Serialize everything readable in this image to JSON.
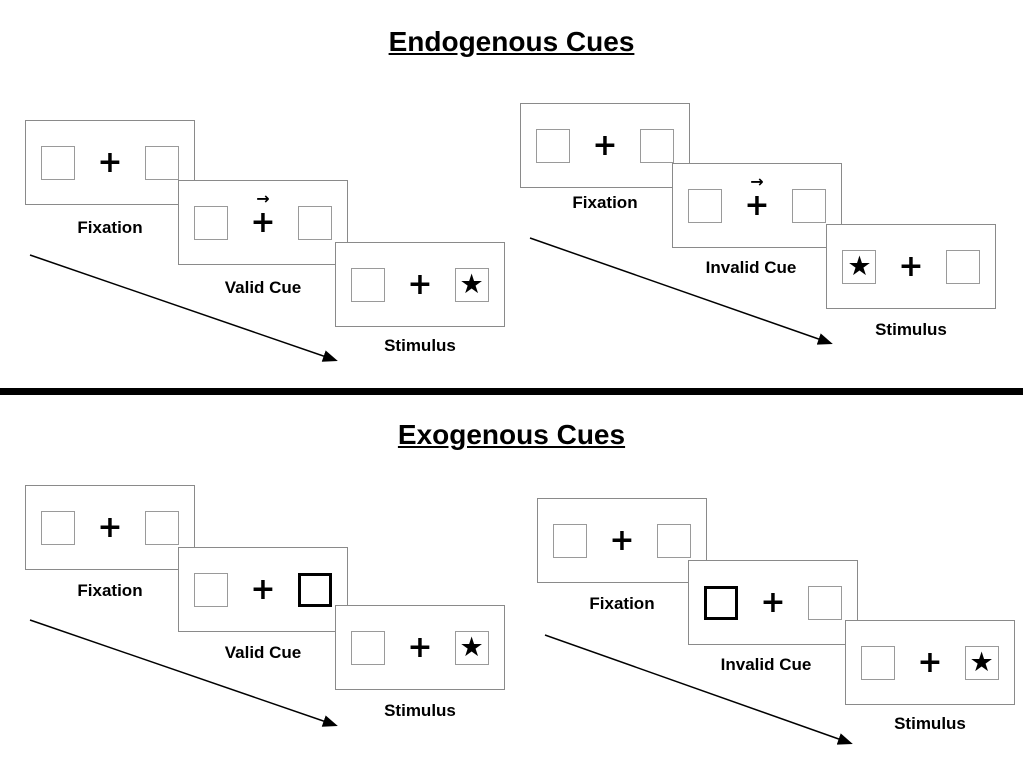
{
  "icons": {
    "plus": "+",
    "star": "★",
    "arrow_cue": "→"
  },
  "sections": {
    "endogenous": {
      "title": "Endogenous Cues",
      "valid_sequence": {
        "fixation": "Fixation",
        "cue": "Valid Cue",
        "stimulus": "Stimulus"
      },
      "invalid_sequence": {
        "fixation": "Fixation",
        "cue": "Invalid Cue",
        "stimulus": "Stimulus"
      }
    },
    "exogenous": {
      "title": "Exogenous Cues",
      "valid_sequence": {
        "fixation": "Fixation",
        "cue": "Valid Cue",
        "stimulus": "Stimulus"
      },
      "invalid_sequence": {
        "fixation": "Fixation",
        "cue": "Invalid Cue",
        "stimulus": "Stimulus"
      }
    }
  }
}
